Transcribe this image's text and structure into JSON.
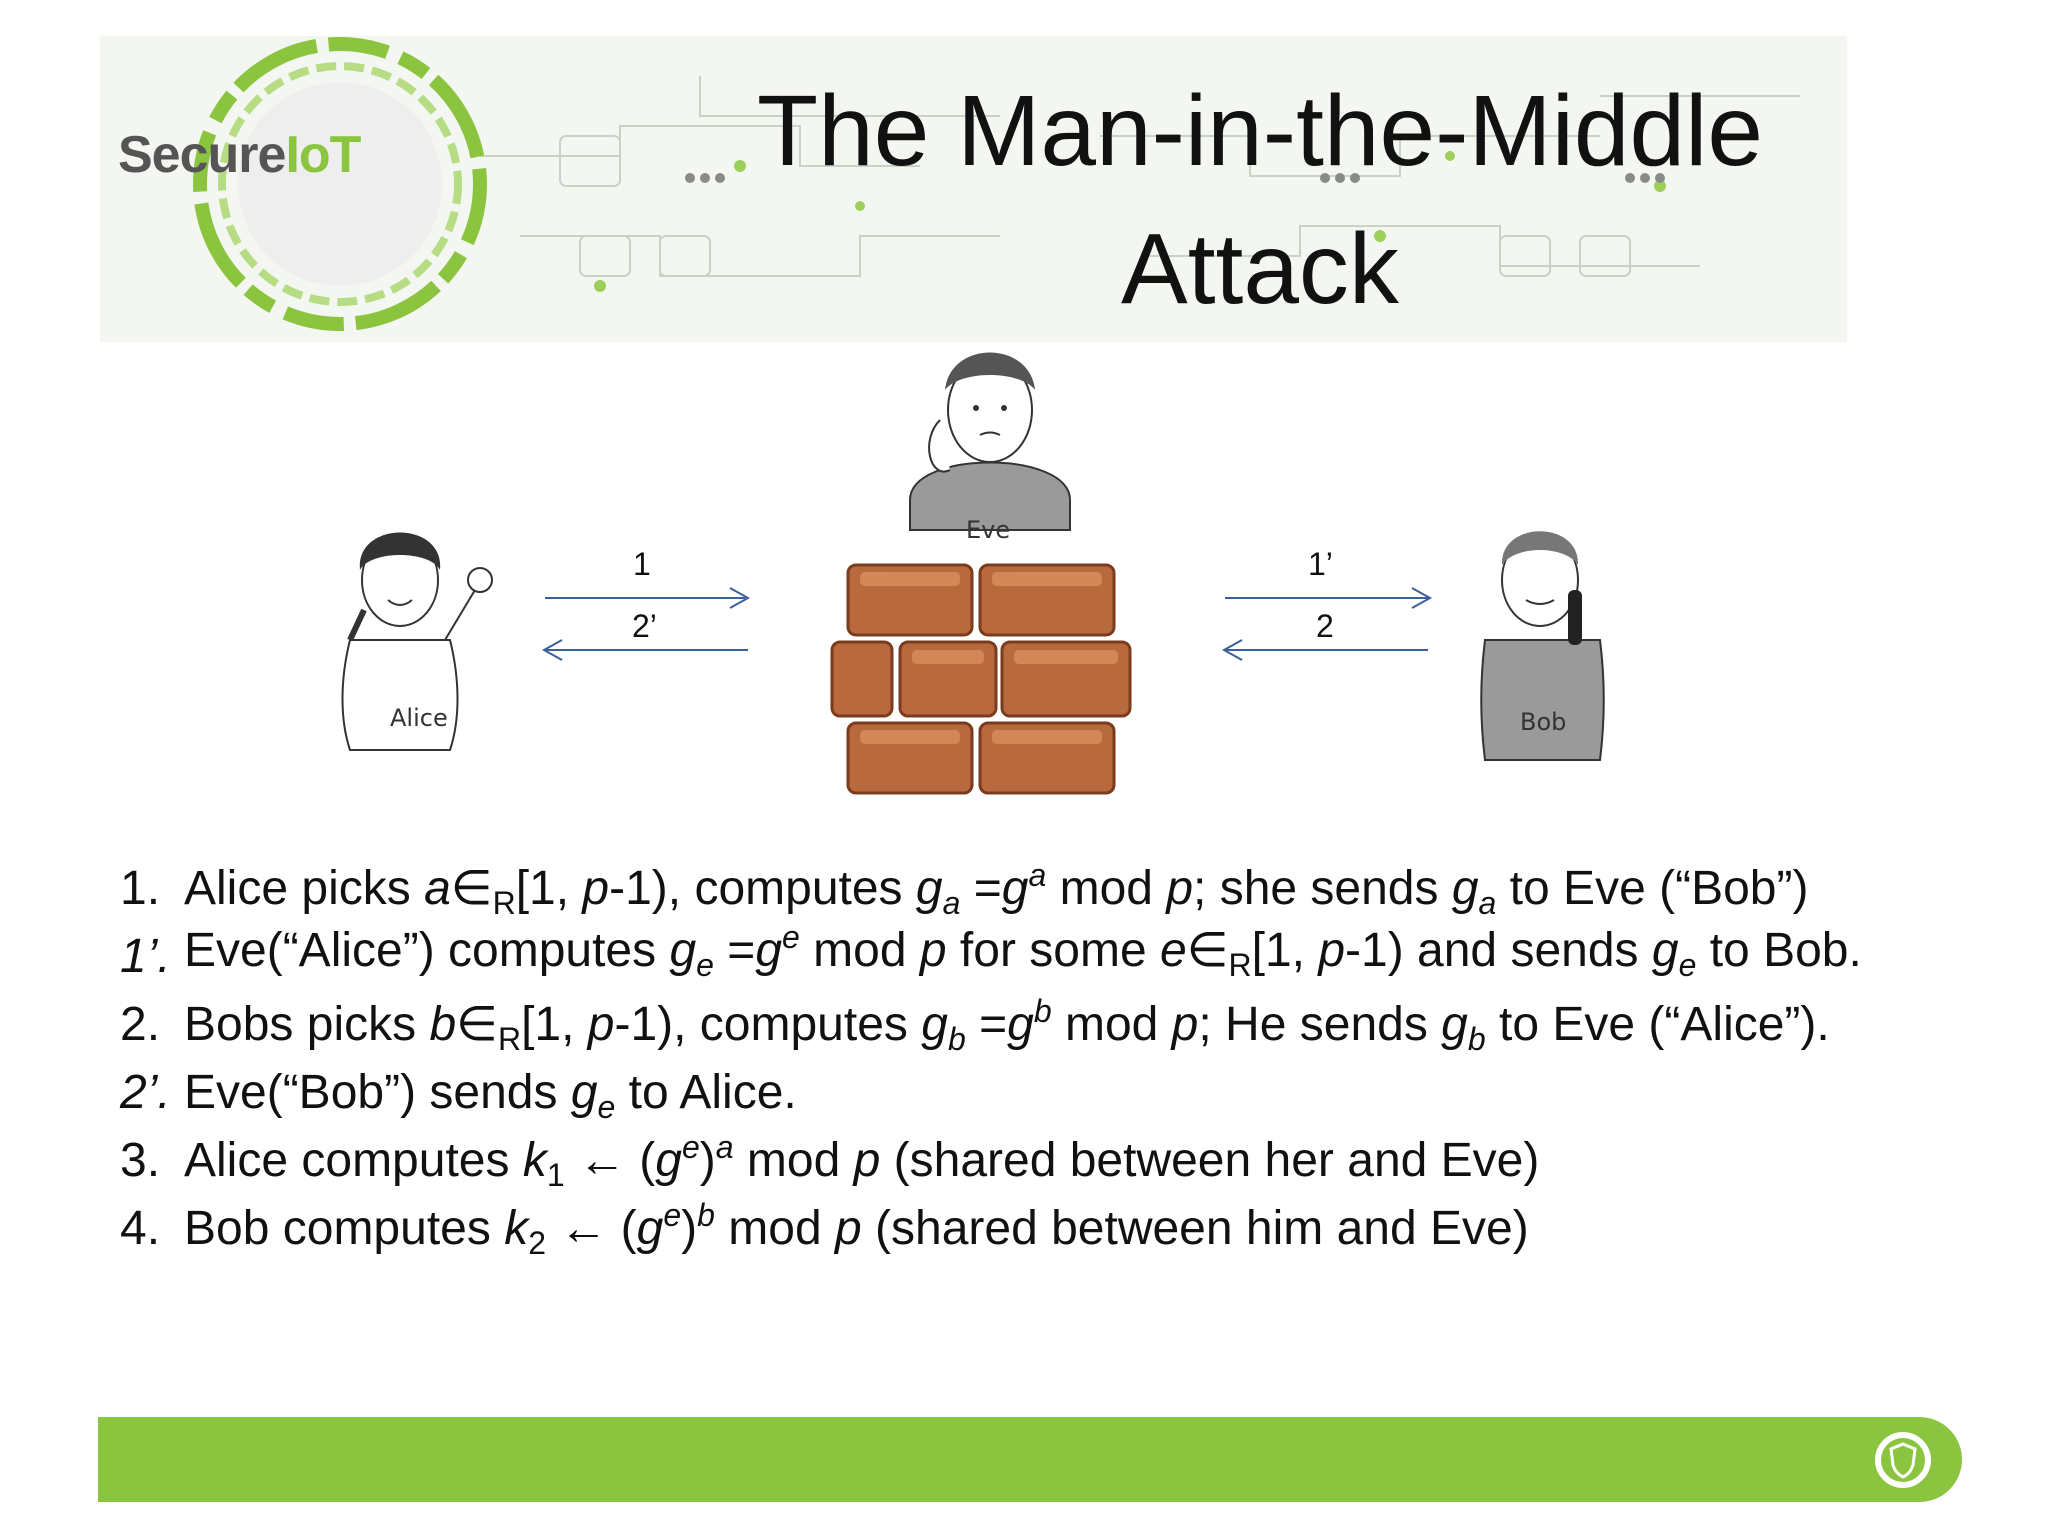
{
  "slide": {
    "title": "The Man-in-the-Middle Attack",
    "logo": {
      "text_main": "Secure",
      "text_accent": "IoT"
    },
    "accent_color": "#8bc53f"
  },
  "diagram": {
    "characters": {
      "alice": "Alice",
      "eve": "Eve",
      "bob": "Bob"
    },
    "arrows": {
      "left_top": "1",
      "left_bottom": "2’",
      "right_top": "1’",
      "right_bottom": "2"
    },
    "wall_icon": "brick-wall-icon"
  },
  "steps": [
    {
      "num": "1.",
      "parts": [
        "Alice picks ",
        "a",
        "∈",
        "R",
        "[1, ",
        "p",
        "-1), computes ",
        "g",
        "a",
        " =",
        "g",
        "a",
        " mod ",
        "p",
        "; she sends ",
        "g",
        "a",
        " to Eve (“Bob”)"
      ]
    },
    {
      "num": "1’.",
      "parts": [
        "Eve(“Alice”) computes ",
        "g",
        "e",
        " =",
        "g",
        "e",
        " mod ",
        "p",
        " for some ",
        "e",
        "∈",
        "R",
        "[1, ",
        "p",
        "-1) and sends ",
        "g",
        "e",
        " to Bob."
      ]
    },
    {
      "num": "2.",
      "parts": [
        "Bobs picks ",
        "b",
        "∈",
        "R",
        "[1, ",
        "p",
        "-1), computes ",
        "g",
        "b",
        " =",
        "g",
        "b",
        " mod ",
        "p",
        "; He sends ",
        "g",
        "b",
        " to Eve (“Alice”)."
      ]
    },
    {
      "num": "2’.",
      "parts": [
        "Eve(“Bob”) sends ",
        "g",
        "e",
        " to Alice."
      ]
    },
    {
      "num": "3.",
      "parts": [
        "Alice computes ",
        "k",
        "1",
        " ← (",
        "g",
        "e",
        ")",
        "a",
        " mod ",
        "p",
        " (shared between her and Eve)"
      ]
    },
    {
      "num": "4.",
      "parts": [
        "Bob computes ",
        "k",
        "2",
        " ← (",
        "g",
        "e",
        ")",
        "b",
        " mod ",
        "p",
        " (shared between him and Eve)"
      ]
    }
  ]
}
